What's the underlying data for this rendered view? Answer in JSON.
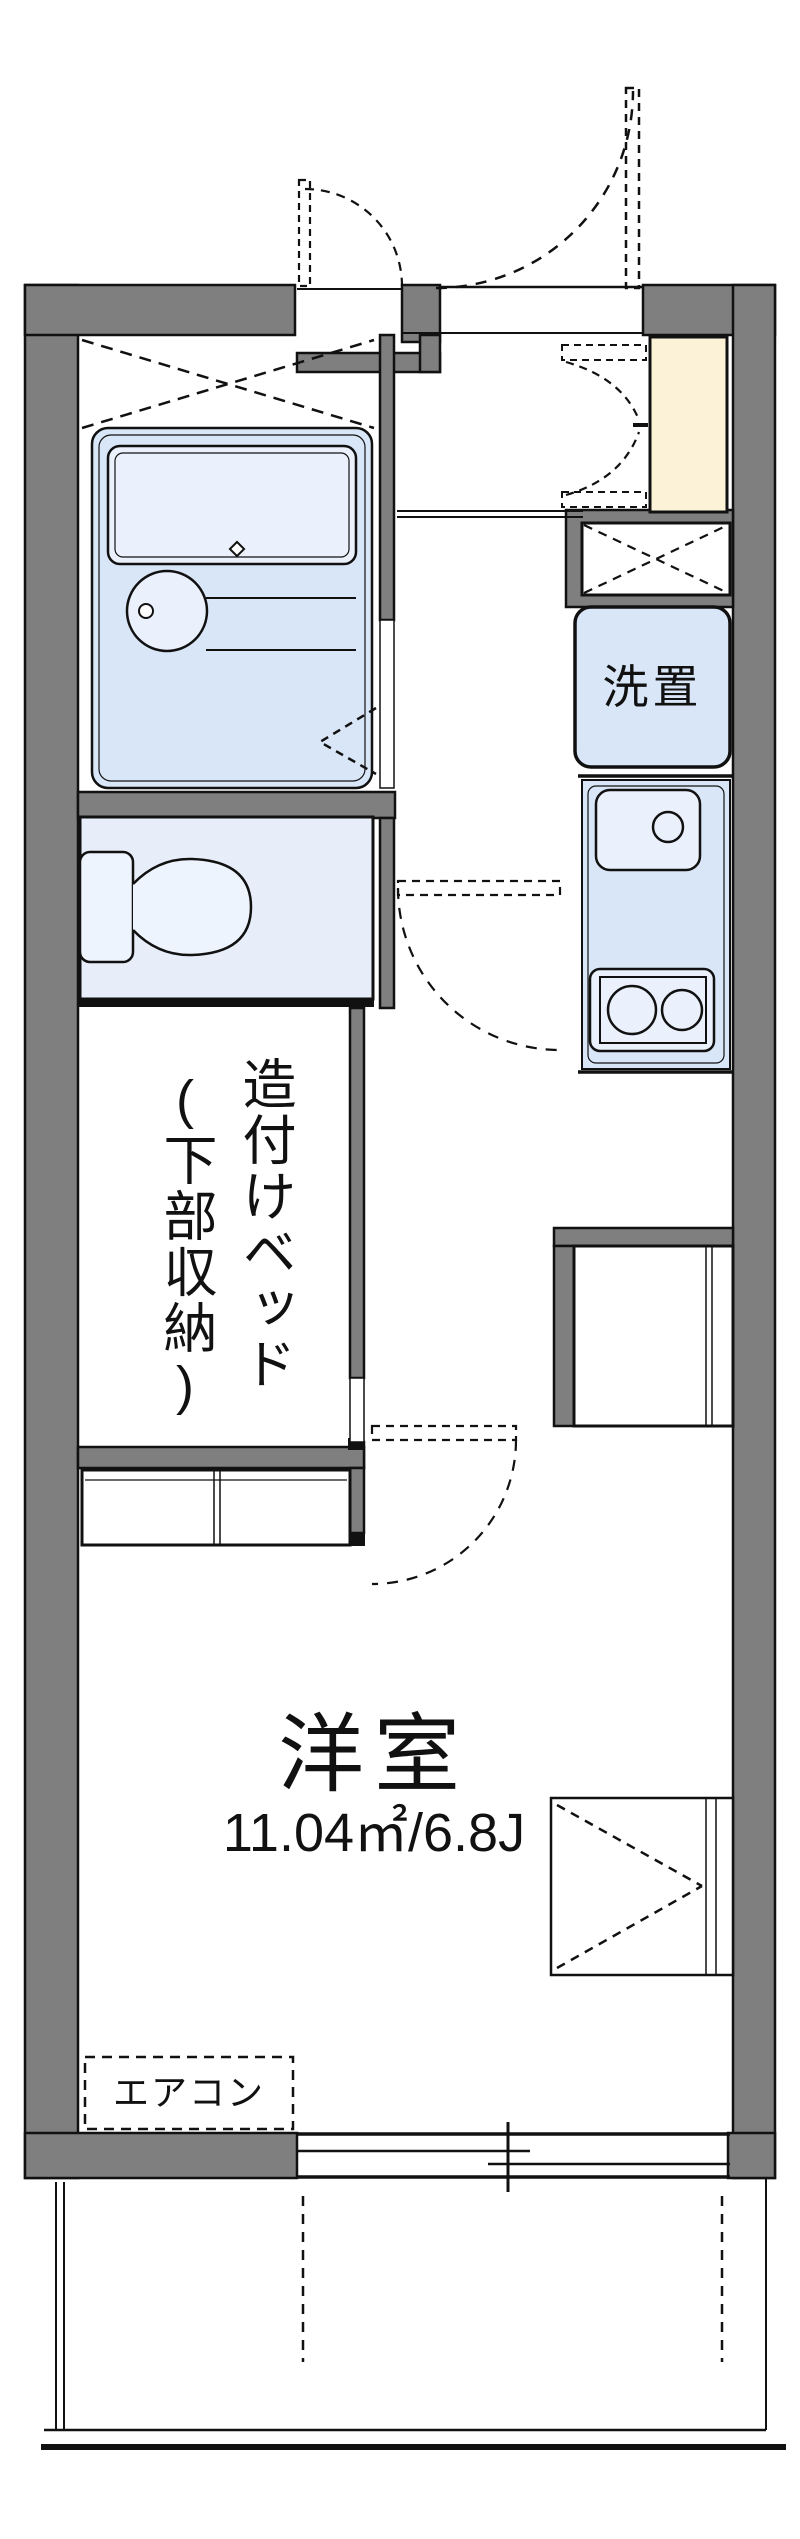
{
  "plan": {
    "type": "floorplan",
    "labels": {
      "laundry": "洗置",
      "bed_col1": "造付けベッド",
      "bed_col2": "(下部収納)",
      "room_name": "洋室",
      "room_area": "11.04㎡/6.8J",
      "aircon": "エアコン"
    },
    "rooms": {
      "western_room": {
        "name": "洋室",
        "area_sqm": "11.04㎡",
        "area_tatami": "6.8J"
      },
      "built_in_bed": {
        "name": "造付けベッド",
        "note": "(下部収納)"
      },
      "laundry_space": {
        "name": "洗置"
      }
    },
    "fixtures": [
      "bathtub",
      "wash-basin",
      "toilet",
      "kitchen-sink",
      "two-burner-stove",
      "refrigerator-space",
      "shoe-cabinet",
      "air-conditioner",
      "sliding-window",
      "balcony"
    ],
    "colors": {
      "wall_gray": "#7f7f7f",
      "line_black": "#111111",
      "room_blue": "#e7edf9",
      "fixture_blue": "#d9e6f7",
      "fixture_light": "#eaf1fc",
      "cabinet_cream": "#fcf2d8",
      "background": "#ffffff"
    }
  }
}
